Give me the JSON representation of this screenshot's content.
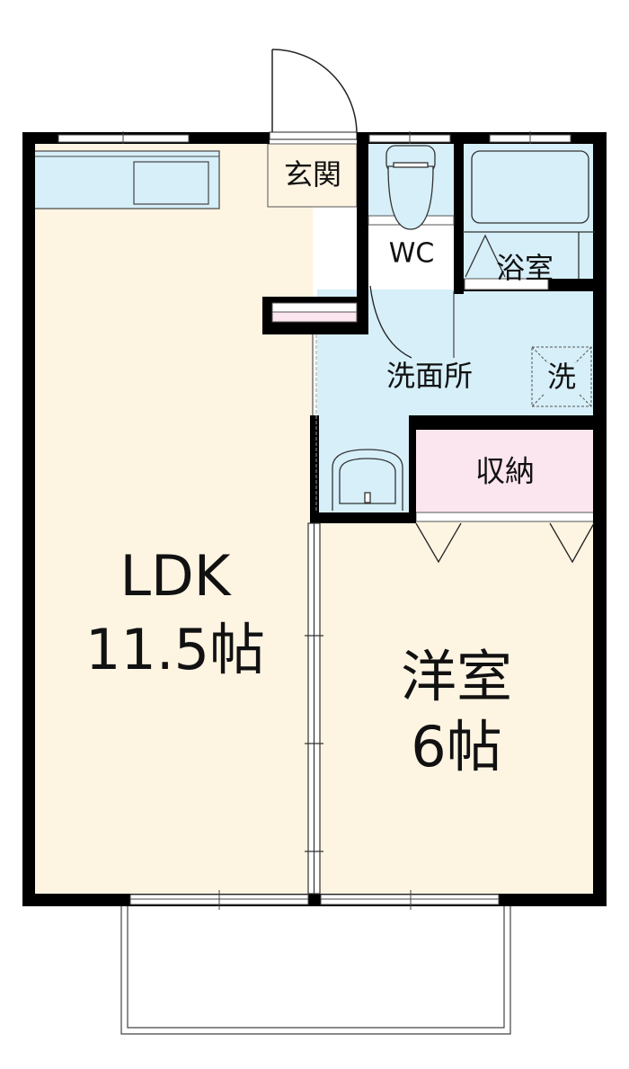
{
  "rooms": {
    "ldk": {
      "name": "LDK",
      "size": "11.5帖"
    },
    "western_room": {
      "name": "洋室",
      "size": "6帖"
    },
    "entrance": "玄関",
    "toilet": "WC",
    "bathroom": "浴室",
    "washroom": "洗面所",
    "washer": "洗",
    "storage": "収納"
  },
  "colors": {
    "floor": "#fdf4e2",
    "wet_area": "#d6eff9",
    "storage": "#fbe5ee",
    "wall": "#000000"
  }
}
